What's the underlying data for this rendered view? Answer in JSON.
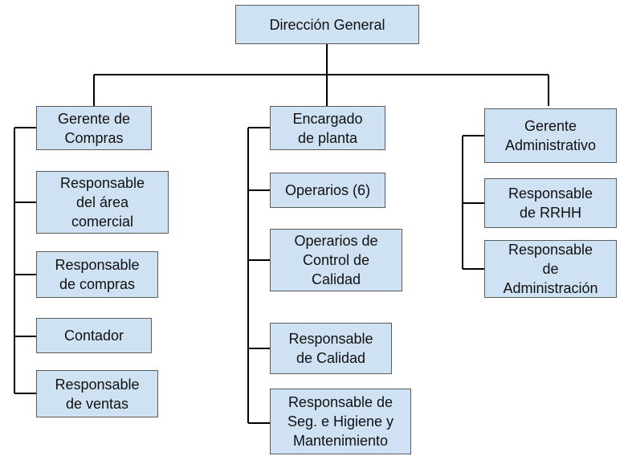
{
  "root": {
    "label": "Dirección General"
  },
  "columns": [
    {
      "head": {
        "label": "Gerente de\nCompras"
      },
      "items": [
        {
          "label": "Responsable\ndel área\ncomercial"
        },
        {
          "label": "Responsable\nde compras"
        },
        {
          "label": "Contador"
        },
        {
          "label": "Responsable\nde ventas"
        }
      ]
    },
    {
      "head": {
        "label": "Encargado\nde planta"
      },
      "items": [
        {
          "label": "Operarios (6)"
        },
        {
          "label": "Operarios de\nControl de\nCalidad"
        },
        {
          "label": "Responsable\nde Calidad"
        },
        {
          "label": "Responsable de\nSeg. e Higiene y\nMantenimiento"
        }
      ]
    },
    {
      "head": {
        "label": "Gerente\nAdministrativo"
      },
      "items": [
        {
          "label": "Responsable\nde RRHH"
        },
        {
          "label": "Responsable\nde\nAdministración"
        }
      ]
    }
  ],
  "colors": {
    "box_fill": "#cfe2f3",
    "box_border": "#5b5b5b",
    "line": "#000000"
  }
}
